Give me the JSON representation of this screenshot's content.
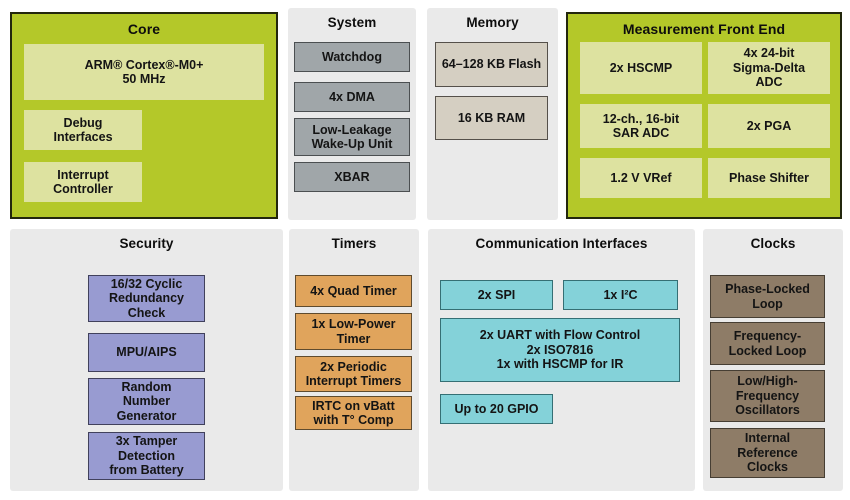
{
  "palette": {
    "panel_green": "#b4c829",
    "panel_green_border": "#23270d",
    "panel_gray": "#eaeaea",
    "block_light_green": "#dde2a0",
    "block_gray": "#a0a6a9",
    "block_tan": "#d5cfc2",
    "block_purple": "#989bd1",
    "block_orange": "#e0a45c",
    "block_cyan": "#84d2d9",
    "block_brown": "#8e7c67",
    "text": "#111111"
  },
  "sections": {
    "core": {
      "title": "Core",
      "blocks": {
        "arm": {
          "lines": [
            "ARM® Cortex®-M0+",
            "50 MHz"
          ]
        },
        "debug": {
          "lines": [
            "Debug",
            "Interfaces"
          ]
        },
        "interrupt": {
          "lines": [
            "Interrupt",
            "Controller"
          ]
        }
      }
    },
    "system": {
      "title": "System",
      "blocks": {
        "watchdog": {
          "lines": [
            "Watchdog"
          ]
        },
        "dma": {
          "lines": [
            "4x DMA"
          ]
        },
        "llwu": {
          "lines": [
            "Low-Leakage",
            "Wake-Up Unit"
          ]
        },
        "xbar": {
          "lines": [
            "XBAR"
          ]
        }
      }
    },
    "memory": {
      "title": "Memory",
      "blocks": {
        "flash": {
          "lines": [
            "64–128 KB Flash"
          ]
        },
        "ram": {
          "lines": [
            "16 KB RAM"
          ]
        }
      }
    },
    "mfe": {
      "title": "Measurement Front End",
      "blocks": {
        "hscmp": {
          "lines": [
            "2x HSCMP"
          ]
        },
        "sd_adc": {
          "lines": [
            "4x 24-bit",
            "Sigma-Delta",
            "ADC"
          ]
        },
        "sar_adc": {
          "lines": [
            "12-ch., 16-bit",
            "SAR ADC"
          ]
        },
        "pga": {
          "lines": [
            "2x PGA"
          ]
        },
        "vref": {
          "lines": [
            "1.2 V VRef"
          ]
        },
        "phase_shifter": {
          "lines": [
            "Phase Shifter"
          ]
        }
      }
    },
    "security": {
      "title": "Security",
      "blocks": {
        "crc": {
          "lines": [
            "16/32 Cyclic",
            "Redundancy",
            "Check"
          ]
        },
        "mpu": {
          "lines": [
            "MPU/AIPS"
          ]
        },
        "rng": {
          "lines": [
            "Random",
            "Number",
            "Generator"
          ]
        },
        "tamper": {
          "lines": [
            "3x Tamper",
            "Detection",
            "from Battery"
          ]
        }
      }
    },
    "timers": {
      "title": "Timers",
      "blocks": {
        "quad": {
          "lines": [
            "4x Quad Timer"
          ]
        },
        "low_power": {
          "lines": [
            "1x Low-Power",
            "Timer"
          ]
        },
        "periodic": {
          "lines": [
            "2x Periodic",
            "Interrupt Timers"
          ]
        },
        "irtc": {
          "lines": [
            "IRTC on vBatt",
            "with T° Comp"
          ]
        }
      }
    },
    "comm": {
      "title": "Communication Interfaces",
      "blocks": {
        "spi": {
          "lines": [
            "2x SPI"
          ]
        },
        "i2c": {
          "lines": [
            "1x I²C"
          ]
        },
        "uart": {
          "lines": [
            "2x UART with Flow Control",
            "2x ISO7816",
            "1x with HSCMP for IR"
          ]
        },
        "gpio": {
          "lines": [
            "Up to 20 GPIO"
          ]
        }
      }
    },
    "clocks": {
      "title": "Clocks",
      "blocks": {
        "pll": {
          "lines": [
            "Phase-Locked",
            "Loop"
          ]
        },
        "fll": {
          "lines": [
            "Frequency-",
            "Locked Loop"
          ]
        },
        "osc": {
          "lines": [
            "Low/High-",
            "Frequency",
            "Oscillators"
          ]
        },
        "irc": {
          "lines": [
            "Internal",
            "Reference",
            "Clocks"
          ]
        }
      }
    }
  }
}
